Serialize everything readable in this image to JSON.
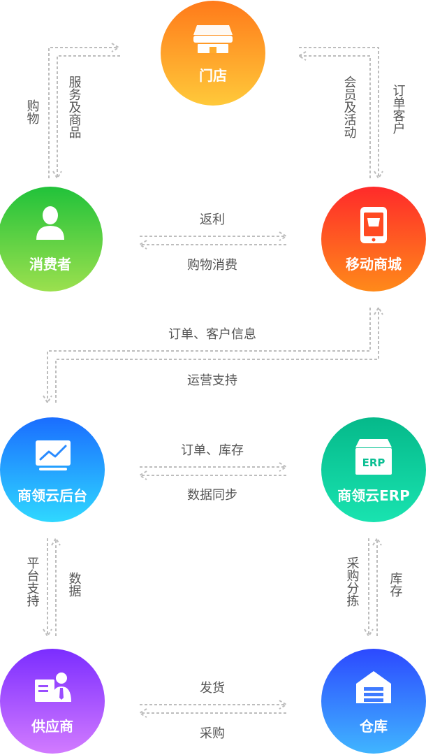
{
  "nodes": {
    "store": "门店",
    "consumer": "消费者",
    "mobile_mall": "移动商城",
    "backend": "商领云后台",
    "erp": "商领云ERP",
    "erp_icon_text": "ERP",
    "supplier": "供应商",
    "warehouse": "仓库"
  },
  "edges": {
    "consumer_to_store": "购物",
    "store_to_consumer": "服务及商品",
    "store_to_mall": "会员及活动",
    "mall_to_store": "订单客户",
    "rebate": "返利",
    "purchase_consumption": "购物消费",
    "order_customer_info": "订单、客户信息",
    "ops_support": "运营支持",
    "order_inventory": "订单、库存",
    "data_sync": "数据同步",
    "platform_support": "平台支持",
    "data": "数据",
    "purchase_sorting": "采购分拣",
    "inventory": "库存",
    "ship": "发货",
    "procurement": "采购"
  },
  "colors": {
    "store": [
      "#ff7a1a",
      "#ffc93a"
    ],
    "consumer": [
      "#21c23a",
      "#9be04e"
    ],
    "mobile_mall": [
      "#ff2a2a",
      "#ff8a1a"
    ],
    "backend": [
      "#1a6dff",
      "#2fd8ff"
    ],
    "erp": [
      "#05b98a",
      "#19e3b0"
    ],
    "supplier": [
      "#7b2dff",
      "#d27bff"
    ],
    "warehouse": [
      "#2c49ff",
      "#40b5ff"
    ],
    "line": "#bdbdbd",
    "edge_text": "#555555"
  }
}
